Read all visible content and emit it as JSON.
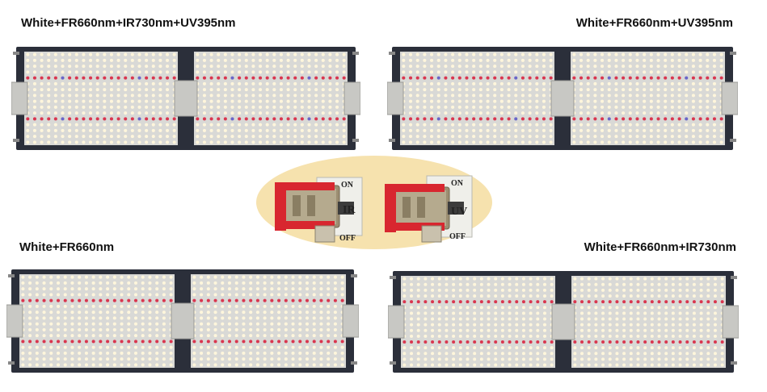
{
  "labels": {
    "top_left": "White+FR660nm+IR730nm+UV395nm",
    "top_right": "White+FR660nm+UV395nm",
    "bottom_left": "White+FR660nm",
    "bottom_right": "White+FR660nm+IR730nm"
  },
  "switches": {
    "ir": {
      "on_label": "ON",
      "off_label": "OFF",
      "channel_label": "IR"
    },
    "uv": {
      "on_label": "ON",
      "off_label": "OFF",
      "channel_label": "UV"
    }
  },
  "colors": {
    "frame": "#2b2f3a",
    "board": "#d9d9d6",
    "led_white": "#fff6dc",
    "led_red": "#d9364f",
    "led_uv": "#6a66c8",
    "bracket": "#c8c8c4",
    "oval": "#f6e2ae",
    "switch_red": "#d8262f"
  }
}
